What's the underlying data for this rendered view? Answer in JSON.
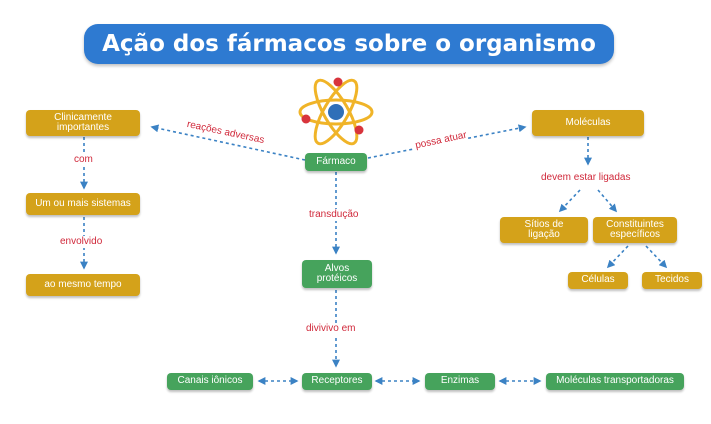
{
  "title": "Ação dos fármacos sobre o organismo",
  "colors": {
    "title_bg": "#2e7ad1",
    "gold": "#d4a21a",
    "green": "#46a35c",
    "label": "#d0283a",
    "arrow": "#3b82c4"
  },
  "icons": {
    "center": "atom-icon"
  },
  "nodes": {
    "farmaco": "Fármaco",
    "clinicamente": "Clinicamente\nimportantes",
    "sistemas": "Um ou mais sistemas",
    "tempo": "ao mesmo tempo",
    "moleculas": "Moléculas",
    "sitios": "Sítios de\nligação",
    "constituintes": "Constituintes\nespecíficos",
    "celulas": "Células",
    "tecidos": "Tecidos",
    "alvos": "Alvos\nprotéicos",
    "receptores": "Receptores",
    "canais": "Canais iônicos",
    "enzimas": "Enzimas",
    "transportadoras": "Moléculas transportadoras"
  },
  "labels": {
    "reacoes": "reações adversas",
    "possa": "possa atuar",
    "com": "com",
    "envolvido": "envolvido",
    "devem": "devem estar ligadas",
    "transducao": "transdução",
    "divivivo": "divivivo em"
  }
}
